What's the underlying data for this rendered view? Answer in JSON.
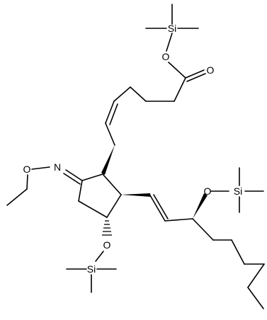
{
  "molecule": {
    "atoms": {
      "si_ester": "Si",
      "o_ester": "O",
      "o_carbonyl": "O",
      "n_oxime": "N",
      "o_oxime": "O",
      "o_ring": "O",
      "si_ring": "Si",
      "o_chain": "O",
      "si_chain": "Si"
    }
  }
}
